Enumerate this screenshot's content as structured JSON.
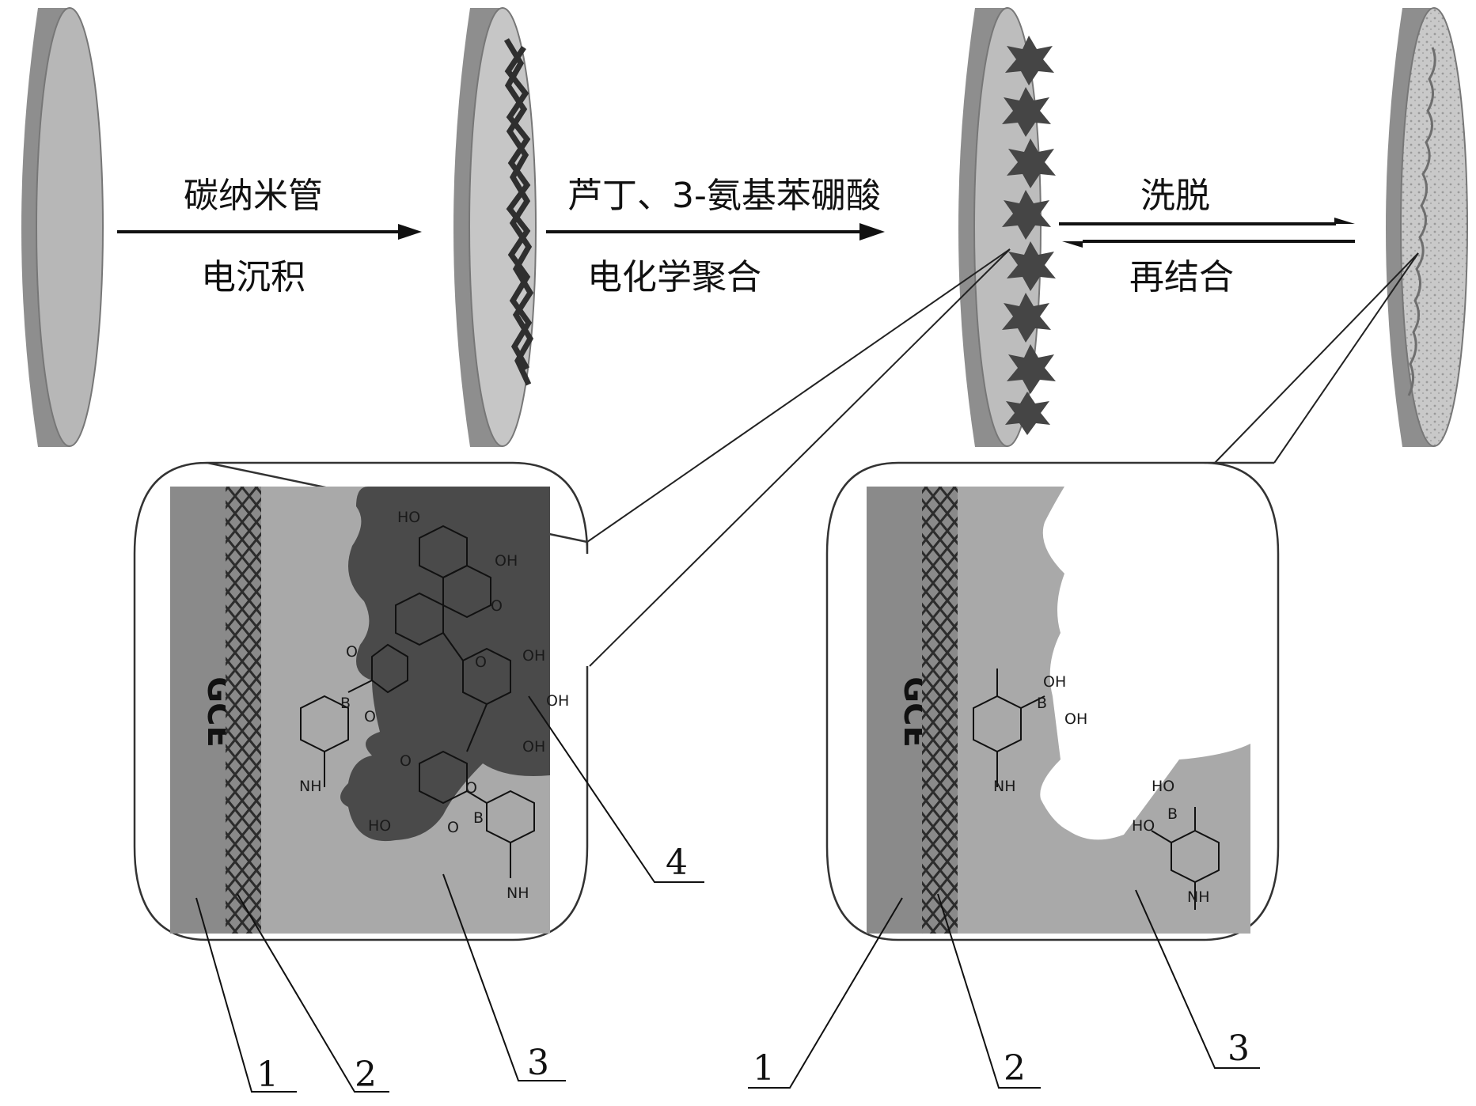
{
  "steps": [
    {
      "top_label": "碳纳米管",
      "bottom_label": "电沉积"
    },
    {
      "top_label": "芦丁、3-氨基苯硼酸",
      "bottom_label": "电化学聚合"
    },
    {
      "top_label": "洗脱",
      "bottom_label": "再结合"
    }
  ],
  "left_panel": {
    "electrode_label": "GCE",
    "chem_labels": {
      "ho_top": "HO",
      "oh_right": "OH",
      "o_ketone": "O",
      "o_ring1": "O",
      "o_ring2": "O",
      "b_left": "B",
      "oh_s1": "OH",
      "oh_s2": "OH",
      "oh_s3": "OH",
      "o_sug1": "O",
      "o_sug2": "O",
      "ho_bottom": "HO",
      "o_b1": "O",
      "o_b2": "O",
      "b_right": "B",
      "nh_left": "NH",
      "nh_right": "NH"
    }
  },
  "right_panel": {
    "electrode_label": "GCE",
    "chem_labels": {
      "oh1": "OH",
      "b1": "B",
      "oh2": "OH",
      "ho1": "HO",
      "b2": "B",
      "ho2": "HO",
      "nh1": "NH",
      "nh2": "NH"
    }
  },
  "callouts": {
    "left": [
      "1",
      "2",
      "3",
      "4"
    ],
    "right": [
      "1",
      "2",
      "3"
    ]
  }
}
